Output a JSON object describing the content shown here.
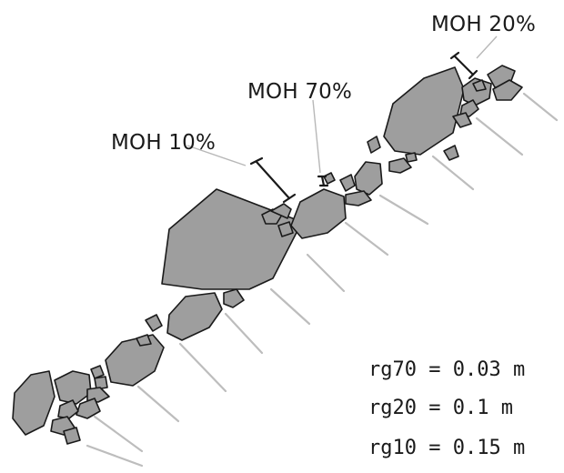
{
  "labels": {
    "moh_20": "MOH 20%",
    "moh_70": "MOH 70%",
    "moh_10": "MOH 10%"
  },
  "roughness": {
    "rg70": "rg70 = 0.03 m",
    "rg20": "rg20 = 0.1 m",
    "rg10": "rg10 = 0.15 m"
  },
  "colors": {
    "rock_fill": "#9e9e9e",
    "rock_stroke": "#1a1a1a",
    "stick": "#bdbdbd",
    "leader": "#b8b8b8"
  }
}
